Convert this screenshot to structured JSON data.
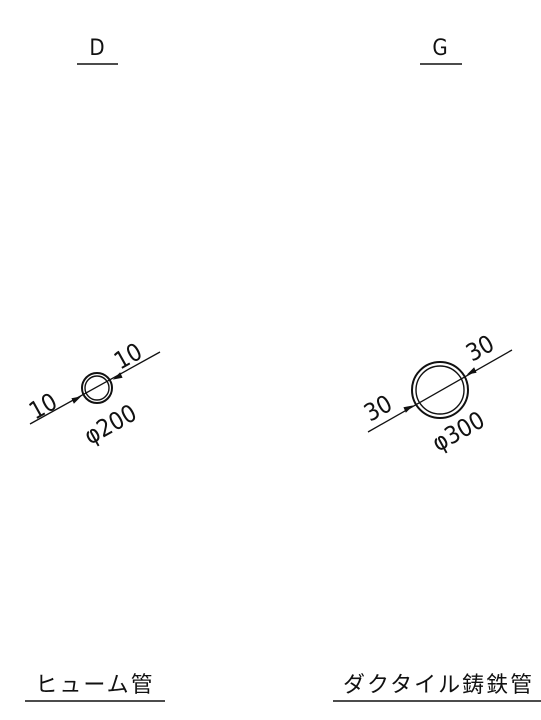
{
  "columns": [
    {
      "id": "D",
      "letter": "D",
      "pipe_name": "ヒューム管",
      "diameter_label": "φ200",
      "wall_left": "10",
      "wall_right": "10"
    },
    {
      "id": "G",
      "letter": "G",
      "pipe_name": "ダクタイル鋳鉄管",
      "diameter_label": "φ300",
      "wall_left": "30",
      "wall_right": "30"
    }
  ],
  "colors": {
    "line": "#111111",
    "background": "#ffffff"
  }
}
